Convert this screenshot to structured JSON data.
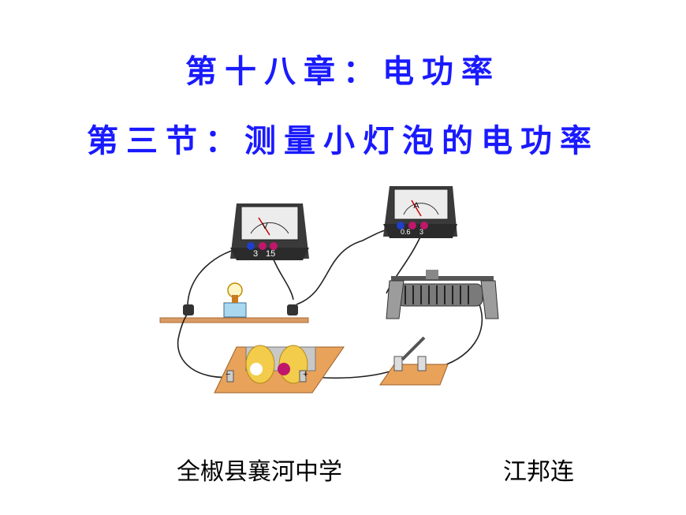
{
  "title": {
    "chapter": "第十八章：电功率",
    "section": "第三节：测量小灯泡的电功率"
  },
  "footer": {
    "school": "全椒县襄河中学",
    "author": "江邦连"
  },
  "diagram": {
    "voltmeter": {
      "symbol": "V",
      "terminals": [
        "3",
        "15"
      ]
    },
    "ammeter": {
      "symbol": "A",
      "terminals": [
        "0.6",
        "3"
      ]
    },
    "battery": {
      "minus": "−",
      "plus": "+"
    }
  },
  "colors": {
    "title": "#1a1aff",
    "wood": "#e8a25a",
    "wire": "#222222"
  }
}
